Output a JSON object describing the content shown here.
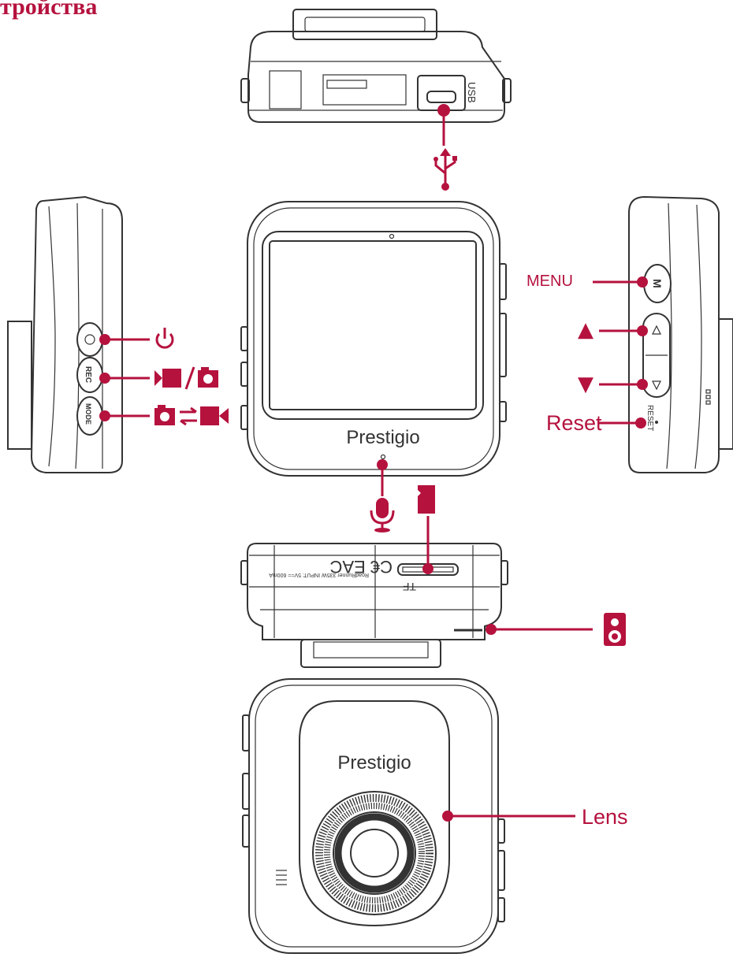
{
  "title": "тройства",
  "brand": "Prestigio",
  "colors": {
    "accent": "#b5123e",
    "line": "#333333"
  },
  "device_labels": {
    "usb": "USB",
    "rec": "REC",
    "mode": "MODE",
    "m": "M",
    "reset_side": "RESET",
    "tf": "TF",
    "model_info": "RoadRunner 335W   INPUT: 5V== 600mA"
  },
  "callouts": {
    "menu": "MENU",
    "up": "▲",
    "down": "▼",
    "reset": "Reset",
    "lens": "Lens",
    "power_symbol": "power-icon",
    "video_photo_symbol": "video-photo-icon",
    "mode_switch_symbol": "photo-video-switch-icon",
    "usb_symbol": "usb-icon",
    "mic_symbol": "microphone-icon",
    "sd_symbol": "sd-card-icon",
    "speaker_symbol": "speaker-icon"
  }
}
